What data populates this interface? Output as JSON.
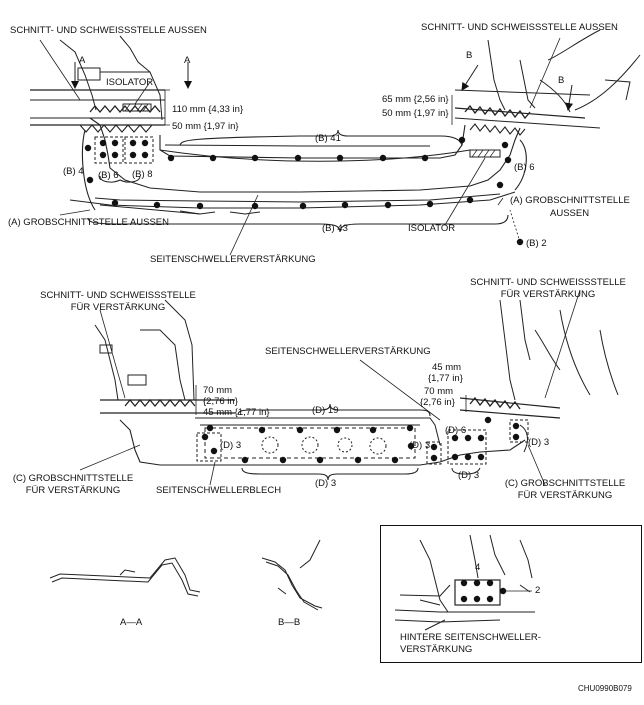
{
  "top": {
    "cut_weld_outer_left": "SCHNITT- UND SCHWEISSSTELLE AUSSEN",
    "cut_weld_outer_right": "SCHNITT- UND SCHWEISSSTELLE AUSSEN",
    "section_a": "A",
    "section_b": "B",
    "isolator_top": "ISOLATOR",
    "dim_110": "110 mm {4,33 in}",
    "dim_50_left": "50 mm {1,97 in}",
    "dim_65": "65 mm {2,56 in}",
    "dim_50_right": "50 mm {1,97 in}",
    "b41": "(B) 41",
    "b4": "(B) 4",
    "b6_left": "(B) 6",
    "b8": "(B) 8",
    "b6_right": "(B) 6",
    "a_rough_left": "(A) GROBSCHNITTSTELLE AUSSEN",
    "a_rough_right_1": "(A) GROBSCHNITTSTELLE",
    "a_rough_right_2": "AUSSEN",
    "b43": "(B) 43",
    "isolator_bottom": "ISOLATOR",
    "b2": "(B) 2",
    "reinforcement": "SEITENSCHWELLERVERSTÄRKUNG"
  },
  "middle": {
    "cut_weld_reinf_left_1": "SCHNITT- UND SCHWEISSSTELLE",
    "cut_weld_reinf_left_2": "FÜR VERSTÄRKUNG",
    "cut_weld_reinf_right_1": "SCHNITT- UND SCHWEISSSTELLE",
    "cut_weld_reinf_right_2": "FÜR VERSTÄRKUNG",
    "reinforcement": "SEITENSCHWELLERVERSTÄRKUNG",
    "dim_70_left_1": "70 mm",
    "dim_70_left_2": "{2,76 in}",
    "dim_45_left": "45 mm {1,77 in}",
    "dim_45_right_1": "45 mm",
    "dim_45_right_2": "{1,77 in}",
    "dim_70_right_1": "70 mm",
    "dim_70_right_2": "{2,76 in}",
    "d19": "(D) 19",
    "d3_left": "(D) 3",
    "d3_mid": "(D) 3",
    "d6": "(D) 6",
    "d3_right": "(D) 3",
    "d3_bottom_left": "(D) 3",
    "d3_bottom_right": "(D) 3",
    "c_rough_left_1": "(C) GROBSCHNITTSTELLE",
    "c_rough_left_2": "FÜR VERSTÄRKUNG",
    "c_rough_right_1": "(C) GROBSCHNITTSTELLE",
    "c_rough_right_2": "FÜR VERSTÄRKUNG",
    "sill_panel": "SEITENSCHWELLERBLECH"
  },
  "bottom": {
    "section_aa": "A—A",
    "section_bb": "B—B",
    "inset_num_4": "4",
    "inset_num_2": "2",
    "rear_reinf_1": "HINTERE SEITENSCHWELLER-",
    "rear_reinf_2": "VERSTÄRKUNG"
  },
  "figure_code": "CHU0990B079"
}
